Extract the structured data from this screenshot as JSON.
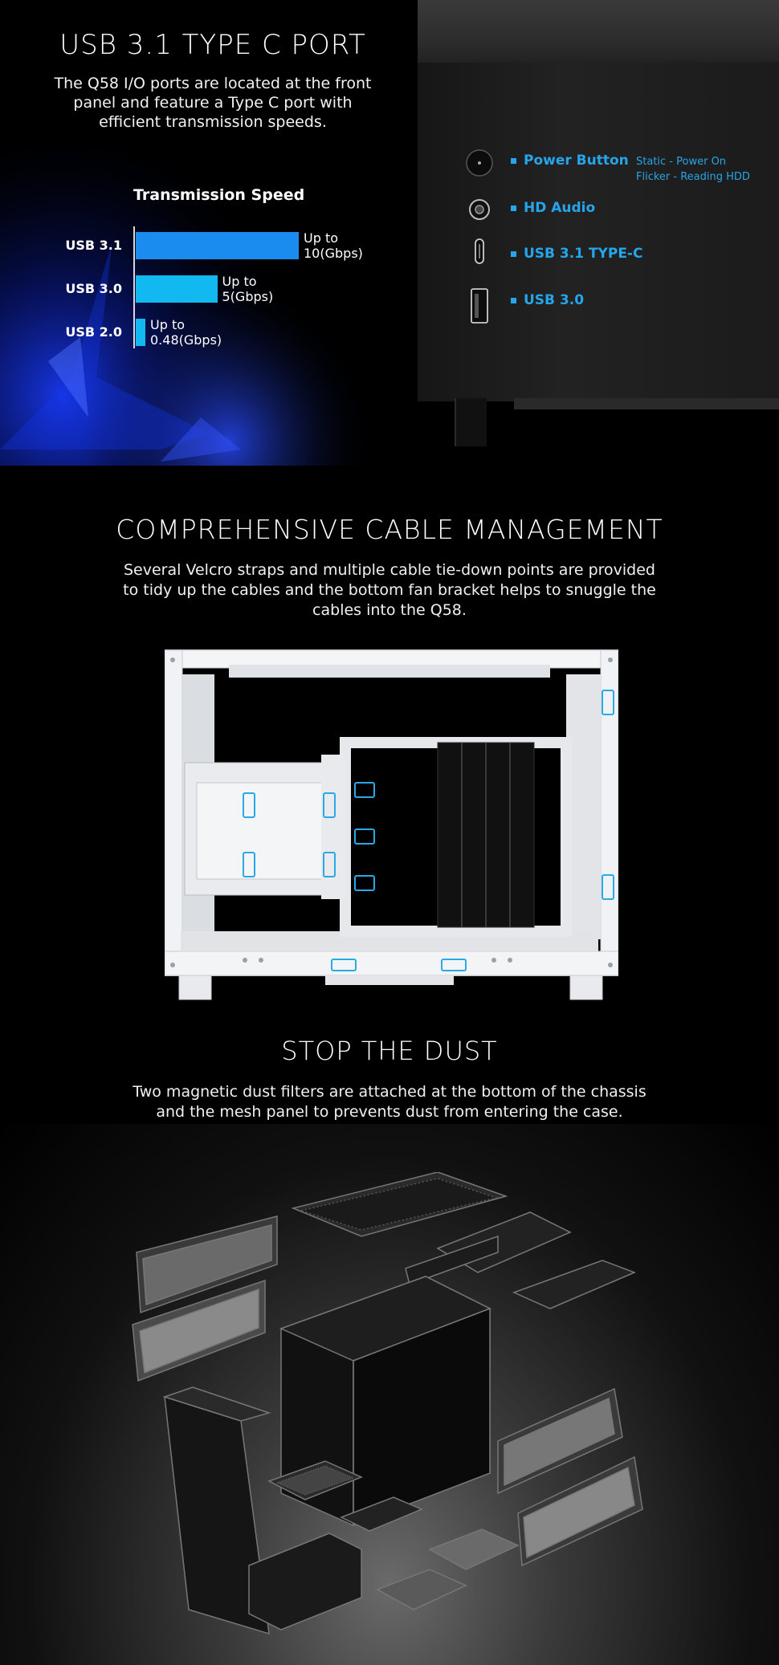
{
  "usb_section": {
    "title": "USB 3.1 TYPE C PORT",
    "description": "The Q58 I/O ports are located at the front panel and feature a Type C port with efficient transmission speeds.",
    "chart_title": "Transmission Speed"
  },
  "chart_data": {
    "type": "bar",
    "orientation": "horizontal",
    "title": "Transmission Speed",
    "categories": [
      "USB 3.1",
      "USB 3.0",
      "USB 2.0"
    ],
    "values": [
      10,
      5,
      0.48
    ],
    "value_labels": [
      [
        "Up to",
        "10(Gbps)"
      ],
      [
        "Up to",
        "5(Gbps)"
      ],
      [
        "Up to",
        "0.48(Gbps)"
      ]
    ],
    "colors": [
      "#1a8cf0",
      "#12b8f0",
      "#12b8f0"
    ],
    "xlim": [
      0,
      10
    ],
    "grid": false
  },
  "io_panel": {
    "items": [
      {
        "label": "Power Button",
        "icon": "power-button-icon"
      },
      {
        "label": "HD Audio",
        "icon": "audio-jack-icon"
      },
      {
        "label": "USB  3.1 TYPE-C",
        "icon": "usb-c-port-icon"
      },
      {
        "label": "USB 3.0",
        "icon": "usb-a-port-icon"
      }
    ],
    "power_note": [
      "Static - Power On",
      "Flicker - Reading HDD"
    ],
    "accent_color": "#27a5ea"
  },
  "cable_section": {
    "title": "COMPREHENSIVE CABLE MANAGEMENT",
    "description": "Several Velcro straps and multiple cable tie-down points are provided to tidy up the cables and the bottom fan bracket helps to snuggle the cables into the Q58."
  },
  "dust_section": {
    "title": "STOP THE DUST",
    "description": "Two magnetic dust filters are attached at the bottom of the chassis and the mesh panel to prevents dust from entering the case."
  }
}
